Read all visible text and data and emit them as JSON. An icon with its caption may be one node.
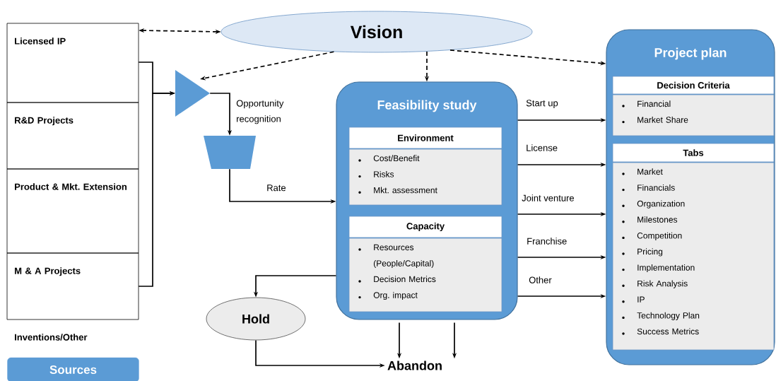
{
  "diagram": {
    "nodes": [
      {
        "text": [
          "Vision"
        ]
      },
      {
        "text": [
          "Licensed IP"
        ]
      },
      {
        "text": [
          "R&D Projects"
        ]
      },
      {
        "text": [
          "Product & Mkt. Extension"
        ]
      },
      {
        "text": [
          "M & A Projects"
        ]
      },
      {
        "text": [
          "Sources"
        ]
      },
      {
        "text": [],
        "shape": "triangle"
      },
      {
        "text": [],
        "shape": "trapezoid"
      },
      {
        "text": [
          "Feasibility study"
        ]
      },
      {
        "text": [
          "Environment",
          "Cost/Benefit",
          "Risks",
          "Mkt. assessment"
        ],
        "in": 8
      },
      {
        "text": [
          "Capacity",
          "Resources (People/Capital)",
          "Decision Metrics",
          "Org. impact"
        ],
        "in": 8
      },
      {
        "text": [
          "Hold"
        ]
      },
      {
        "text": [
          "Abandon"
        ]
      },
      {
        "text": [
          "Project plan"
        ]
      },
      {
        "text": [
          "Decision Criteria",
          "Financial",
          "Market Share"
        ],
        "in": 13
      },
      {
        "text": [
          "Tabs",
          "Market",
          "Financials",
          "Organization",
          "Milestones",
          "Competition",
          "Pricing",
          "Implementation",
          "Risk Analysis",
          "IP",
          "Technology Plan",
          "Success Metrics"
        ],
        "in": 13
      }
    ],
    "edges": [
      {
        "from": 1,
        "to": 0,
        "arrow": "both",
        "style": "dashed"
      },
      {
        "from": 0,
        "to": 6,
        "arrow": "to",
        "style": "dashed"
      },
      {
        "from": 0,
        "to": 8,
        "arrow": "to",
        "style": "dashed"
      },
      {
        "from": 0,
        "to": 13,
        "arrow": "to",
        "style": "dashed"
      },
      {
        "from": 1,
        "to": 6,
        "arrow": "to"
      },
      {
        "from": 4,
        "to": 6,
        "arrow": "to"
      },
      {
        "from": 6,
        "to": 7,
        "arrow": "to",
        "label": "Opportunity recognition"
      },
      {
        "from": 7,
        "to": 8,
        "arrow": "to",
        "label": "Rate"
      },
      {
        "from": 8,
        "to": 11,
        "arrow": "to"
      },
      {
        "from": 11,
        "to": 12,
        "arrow": "to"
      },
      {
        "from": 8,
        "to": 12,
        "arrow": "to"
      },
      {
        "from": 8,
        "to": 12,
        "arrow": "to"
      },
      {
        "from": 8,
        "to": 13,
        "arrow": "to",
        "label": "Start up"
      },
      {
        "from": 8,
        "to": 13,
        "arrow": "to",
        "label": "License"
      },
      {
        "from": 8,
        "to": 13,
        "arrow": "to",
        "label": "Joint venture"
      },
      {
        "from": 8,
        "to": 13,
        "arrow": "to",
        "label": "Franchise"
      },
      {
        "from": 8,
        "to": 13,
        "arrow": "to",
        "label": "Other"
      }
    ],
    "labels": [
      "Inventions/Other"
    ]
  }
}
